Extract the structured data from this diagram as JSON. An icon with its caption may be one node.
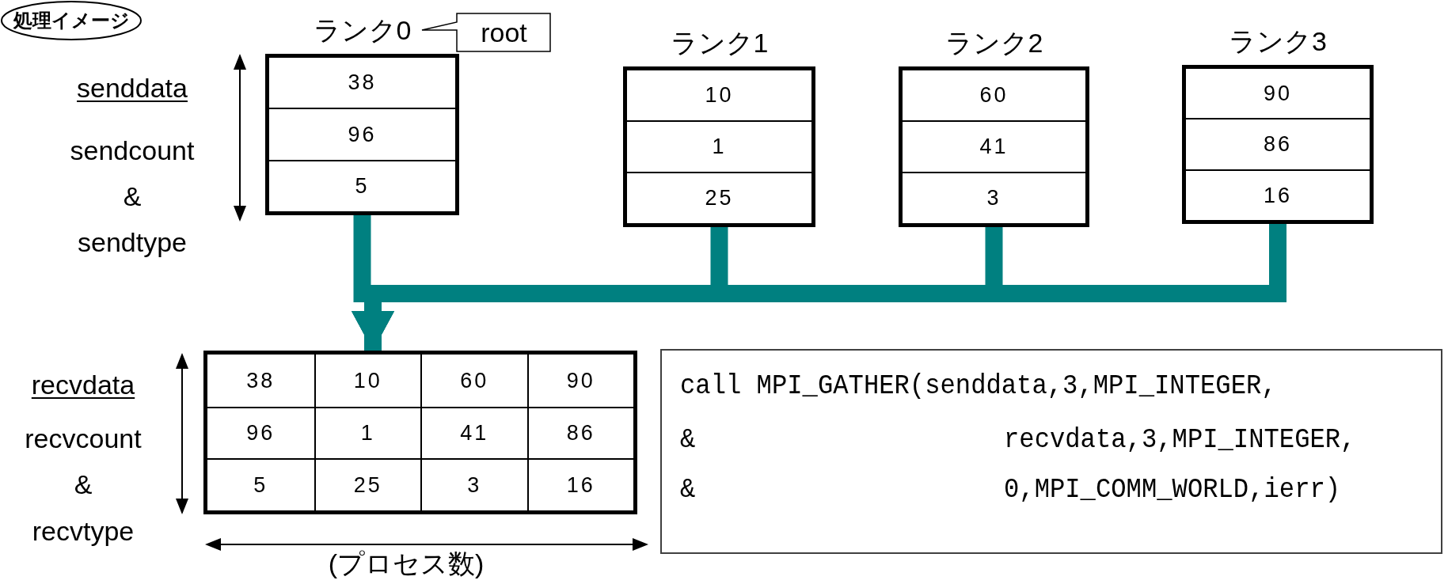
{
  "diagram": {
    "nodes": [
      {
        "text": [
          "処理イメージ"
        ]
      },
      {
        "text": [
          "ランク0",
          "38",
          "96",
          "5"
        ]
      },
      {
        "text": [
          "root"
        ]
      },
      {
        "text": [
          "ランク1",
          "10",
          "1",
          "25"
        ]
      },
      {
        "text": [
          "ランク2",
          "60",
          "41",
          "3"
        ]
      },
      {
        "text": [
          "ランク3",
          "90",
          "86",
          "16"
        ]
      },
      {
        "text": [
          "38",
          "10",
          "60",
          "90",
          "96",
          "1",
          "41",
          "86",
          "5",
          "25",
          "3",
          "16"
        ]
      },
      {
        "text": [
          "call MPI_GATHER(senddata,3,MPI_INTEGER,",
          "&",
          "recvdata,3,MPI_INTEGER,",
          "&",
          "0,MPI_COMM_WORLD,ierr)"
        ]
      }
    ],
    "edges": [
      {
        "from": 1,
        "to": 6,
        "arrow": "to",
        "color": "#008080"
      },
      {
        "from": 3,
        "to": 6,
        "arrow": "to",
        "color": "#008080"
      },
      {
        "from": 4,
        "to": 6,
        "arrow": "to",
        "color": "#008080"
      },
      {
        "from": 5,
        "to": 6,
        "arrow": "to",
        "color": "#008080"
      }
    ],
    "labels": [
      "senddata",
      "sendcount",
      "&",
      "sendtype",
      "recvdata",
      "recvcount",
      "&",
      "recvtype",
      "(プロセス数)"
    ]
  }
}
